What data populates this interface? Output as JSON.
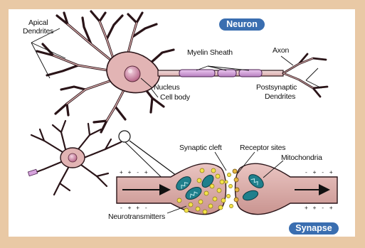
{
  "colors": {
    "background": "#e9c9a5",
    "panel": "#ffffff",
    "cell": "#e2b4b4",
    "cell_outline": "#5a2a3a",
    "myelin": "#d6a3dc",
    "nucleus": "#c87b9c",
    "badge": "#3a6eb0",
    "neurotransmitter": "#f3e24a",
    "mitochondria": "#1f7f8c"
  },
  "badges": {
    "neuron": "Neuron",
    "synapse": "Synapse"
  },
  "labels": {
    "apical_dendrites_1": "Apical",
    "apical_dendrites_2": "Dendrites",
    "myelin_sheath": "Myelin Sheath",
    "axon": "Axon",
    "nucleus": "Nucleus",
    "cell_body": "Cell body",
    "postsynaptic_1": "Postsynaptic",
    "postsynaptic_2": "Dendrites",
    "synaptic_cleft": "Synaptic cleft",
    "receptor_sites": "Receptor sites",
    "mitochondria": "Mitochondria",
    "neurotransmitters": "Neurotransmitters"
  },
  "membrane_signs": {
    "top_left": "+ + - +",
    "bottom_left": "- + + -",
    "top_right": "- + - +",
    "bottom_right": "+ + - +"
  }
}
